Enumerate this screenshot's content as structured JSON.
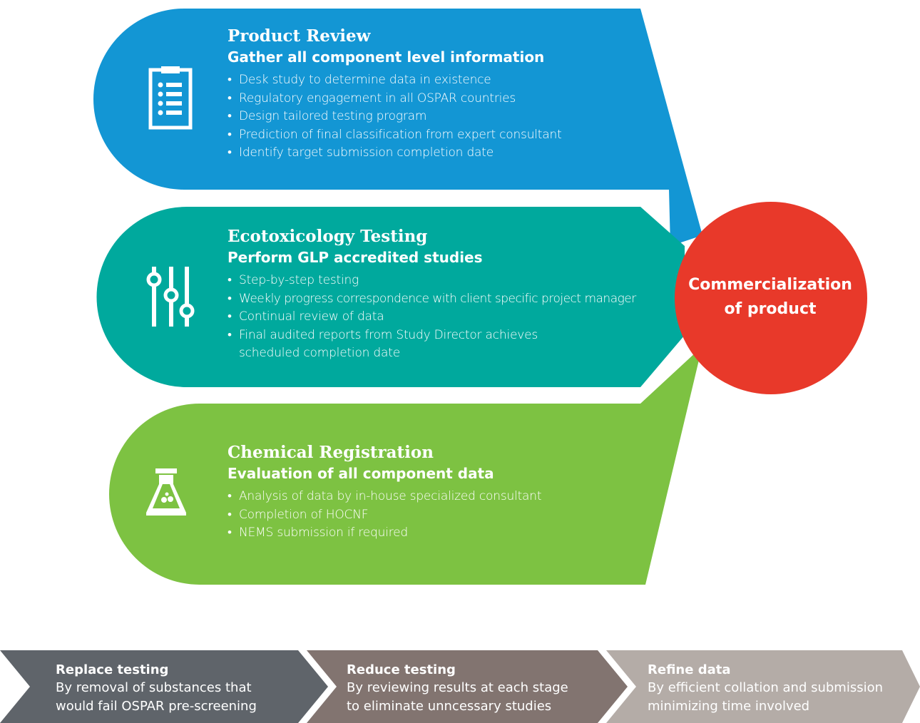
{
  "panels": [
    {
      "icon": "clipboard-checklist-icon",
      "color": "#1396d4",
      "title": "Product Review",
      "subtitle": "Gather all component level information",
      "bullets": [
        "Desk study to determine data in existence",
        "Regulatory engagement in all OSPAR countries",
        "Design tailored testing program",
        "Prediction of final classification from expert consultant",
        "Identify target submission completion date"
      ]
    },
    {
      "icon": "sliders-icon",
      "color": "#00a99d",
      "title": "Ecotoxicology Testing",
      "subtitle": "Perform GLP accredited studies",
      "bullets": [
        "Step-by-step testing",
        "Weekly progress correspondence with client specific project manager",
        "Continual review of data",
        "Final audited reports from Study Director achieves scheduled completion date"
      ]
    },
    {
      "icon": "lab-flask-icon",
      "color": "#7dc242",
      "title": "Chemical Registration",
      "subtitle": "Evaluation of all component data",
      "bullets": [
        "Analysis of data by in-house specialized consultant",
        "Completion of HOCNF",
        "NEMS submission if required"
      ]
    }
  ],
  "outcome": {
    "line1": "Commercialization",
    "line2": "of product",
    "color": "#e8392a"
  },
  "arrows": [
    {
      "title": "Replace testing",
      "line1": "By removal of substances that",
      "line2": "would fail OSPAR pre-screening",
      "color": "#5f646a"
    },
    {
      "title": "Reduce testing",
      "line1": "By reviewing results at each stage",
      "line2": "to eliminate unncessary studies",
      "color": "#827470"
    },
    {
      "title": "Refine data",
      "line1": "By efficient collation and submission",
      "line2": "minimizing time involved",
      "color": "#b4aca7"
    }
  ]
}
